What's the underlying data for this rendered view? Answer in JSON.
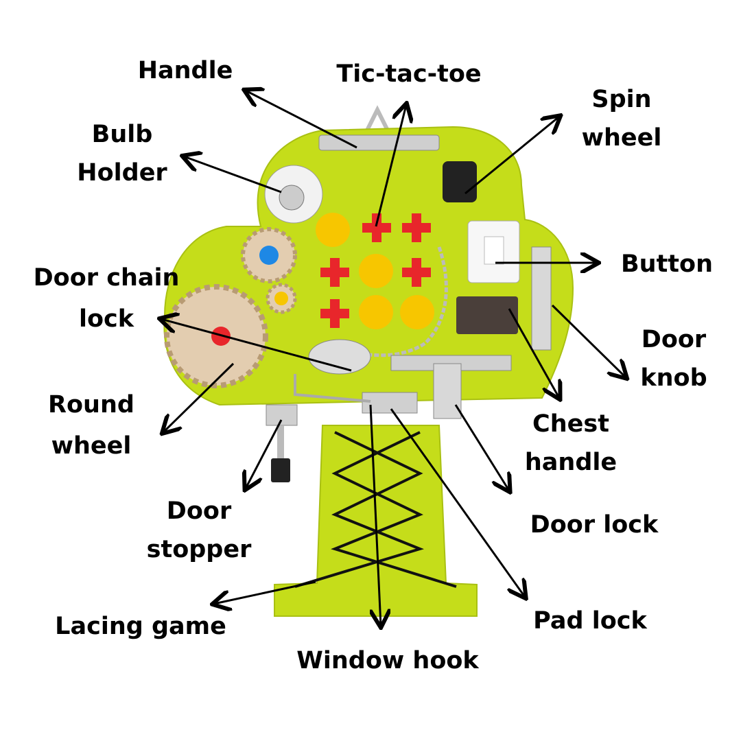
{
  "colors": {
    "board": "#c5dd1a",
    "board_edge": "#a9c012",
    "red": "#e8262b",
    "yellow": "#f7c600",
    "metal": "#c9c9c9",
    "wood": "#e3cdb0",
    "blue": "#1e88e5",
    "ink": "#000000"
  },
  "labels": {
    "handle": "Handle",
    "tic_tac_toe": "Tic-tac-toe",
    "spin_wheel_1": "Spin",
    "spin_wheel_2": "wheel",
    "bulb_holder_1": "Bulb",
    "bulb_holder_2": "Holder",
    "button": "Button",
    "door_chain_lock_1": "Door chain",
    "door_chain_lock_2": "lock",
    "door_knob_1": "Door",
    "door_knob_2": "knob",
    "round_wheel_1": "Round",
    "round_wheel_2": "wheel",
    "chest_handle_1": "Chest",
    "chest_handle_2": "handle",
    "door_stopper_1": "Door",
    "door_stopper_2": "stopper",
    "door_lock": "Door lock",
    "lacing_game": "Lacing game",
    "pad_lock": "Pad lock",
    "window_hook": "Window hook"
  }
}
